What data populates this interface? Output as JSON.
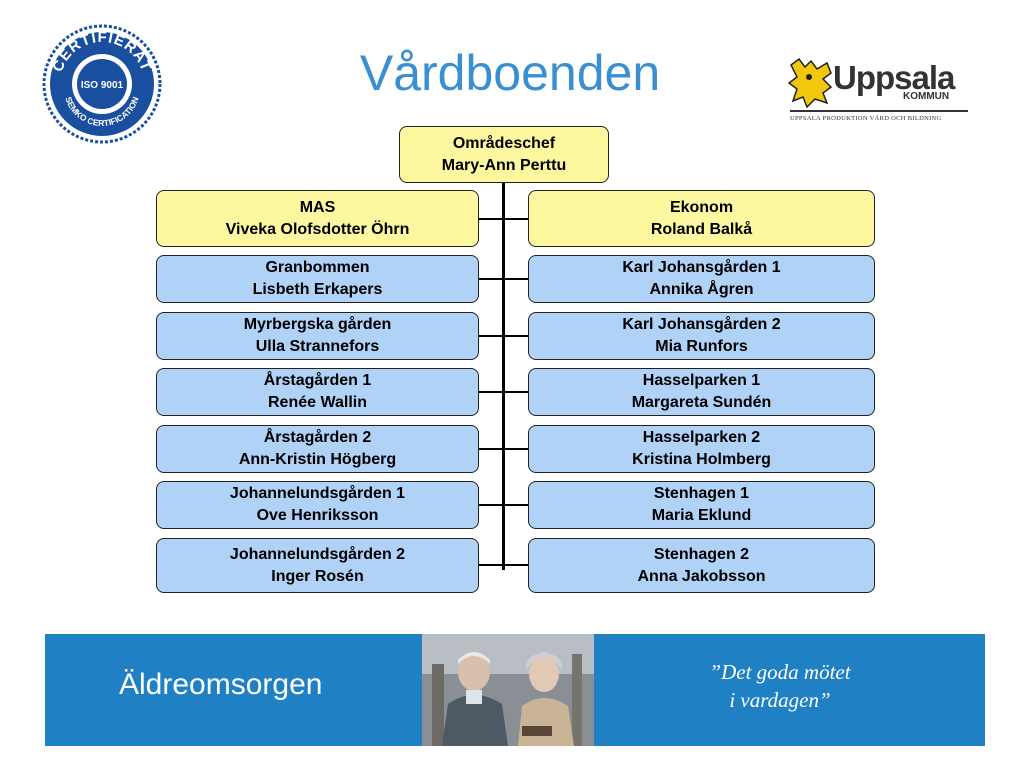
{
  "title": "Vårdboenden",
  "seal": {
    "top_text": "CERTIFIERAT",
    "center_text": "ISO 9001",
    "bottom_text": "SEMKO CERTIFICATION",
    "color": "#1a4fa0"
  },
  "logo": {
    "brand": "Uppsala",
    "sub": "KOMMUN",
    "tagline": "UPPSALA PRODUKTION VÅRD OCH BILDNING",
    "lion_color": "#f2c80f"
  },
  "chart": {
    "root": {
      "role": "Områdeschef",
      "name": "Mary-Ann Perttu"
    },
    "staff_left": {
      "role": "MAS",
      "name": "Viveka Olofsdotter Öhrn"
    },
    "staff_right": {
      "role": "Ekonom",
      "name": "Roland Balkå"
    },
    "units_left": [
      {
        "unit": "Granbommen",
        "name": "Lisbeth Erkapers"
      },
      {
        "unit": "Myrbergska gården",
        "name": "Ulla Strannefors"
      },
      {
        "unit": "Årstagården 1",
        "name": "Renée Wallin"
      },
      {
        "unit": "Årstagården 2",
        "name": "Ann-Kristin Högberg"
      },
      {
        "unit": "Johannelundsgården 1",
        "name": "Ove Henriksson"
      },
      {
        "unit": "Johannelundsgården 2",
        "name": "Inger Rosén"
      }
    ],
    "units_right": [
      {
        "unit": "Karl Johansgården 1",
        "name": "Annika Ågren"
      },
      {
        "unit": "Karl Johansgården 2",
        "name": "Mia Runfors"
      },
      {
        "unit": "Hasselparken 1",
        "name": "Margareta Sundén"
      },
      {
        "unit": "Hasselparken 2",
        "name": "Kristina Holmberg"
      },
      {
        "unit": "Stenhagen 1",
        "name": "Maria Eklund"
      },
      {
        "unit": "Stenhagen 2",
        "name": "Anna Jakobsson"
      }
    ],
    "colors": {
      "manager": "#fdf8a0",
      "unit": "#b0d2f6"
    }
  },
  "footer": {
    "label": "Äldreomsorgen",
    "slogan_line1": "”Det goda mötet",
    "slogan_line2": "i vardagen”",
    "background": "#1f80c3"
  }
}
